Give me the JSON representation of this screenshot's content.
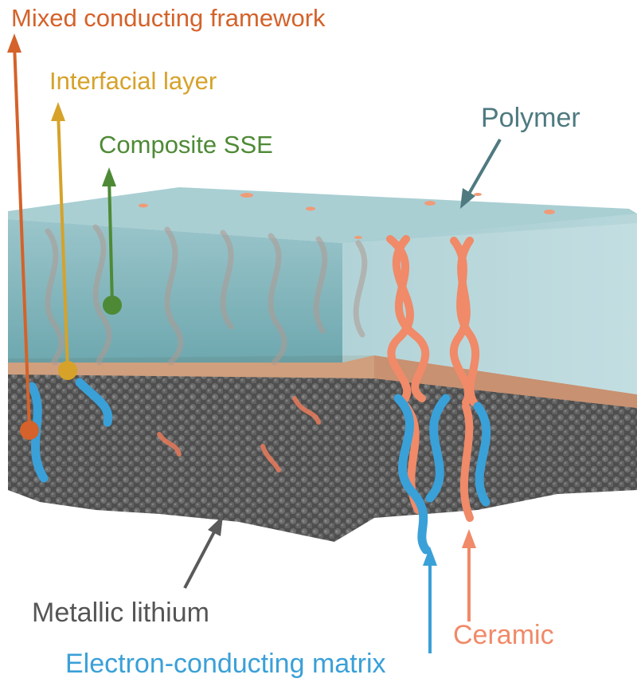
{
  "labels": {
    "mixed_conducting_framework": "Mixed conducting framework",
    "interfacial_layer": "Interfacial layer",
    "composite_sse": "Composite SSE",
    "polymer": "Polymer",
    "metallic_lithium": "Metallic lithium",
    "ceramic": "Ceramic",
    "electron_conducting_matrix": "Electron-conducting matrix"
  },
  "colors": {
    "mixed": "#d4622a",
    "interfacial": "#d6a22a",
    "composite": "#4e8a36",
    "polymer_text": "#4e7a80",
    "polymer_fill": "#8ab9c0",
    "polymer_top": "#a9cfd3",
    "interfacial_fill": "#cf9f7e",
    "lithium": "#5a5a5a",
    "ceramic": "#f08a68",
    "electron": "#3aa0d8",
    "metallic_text": "#555555"
  }
}
